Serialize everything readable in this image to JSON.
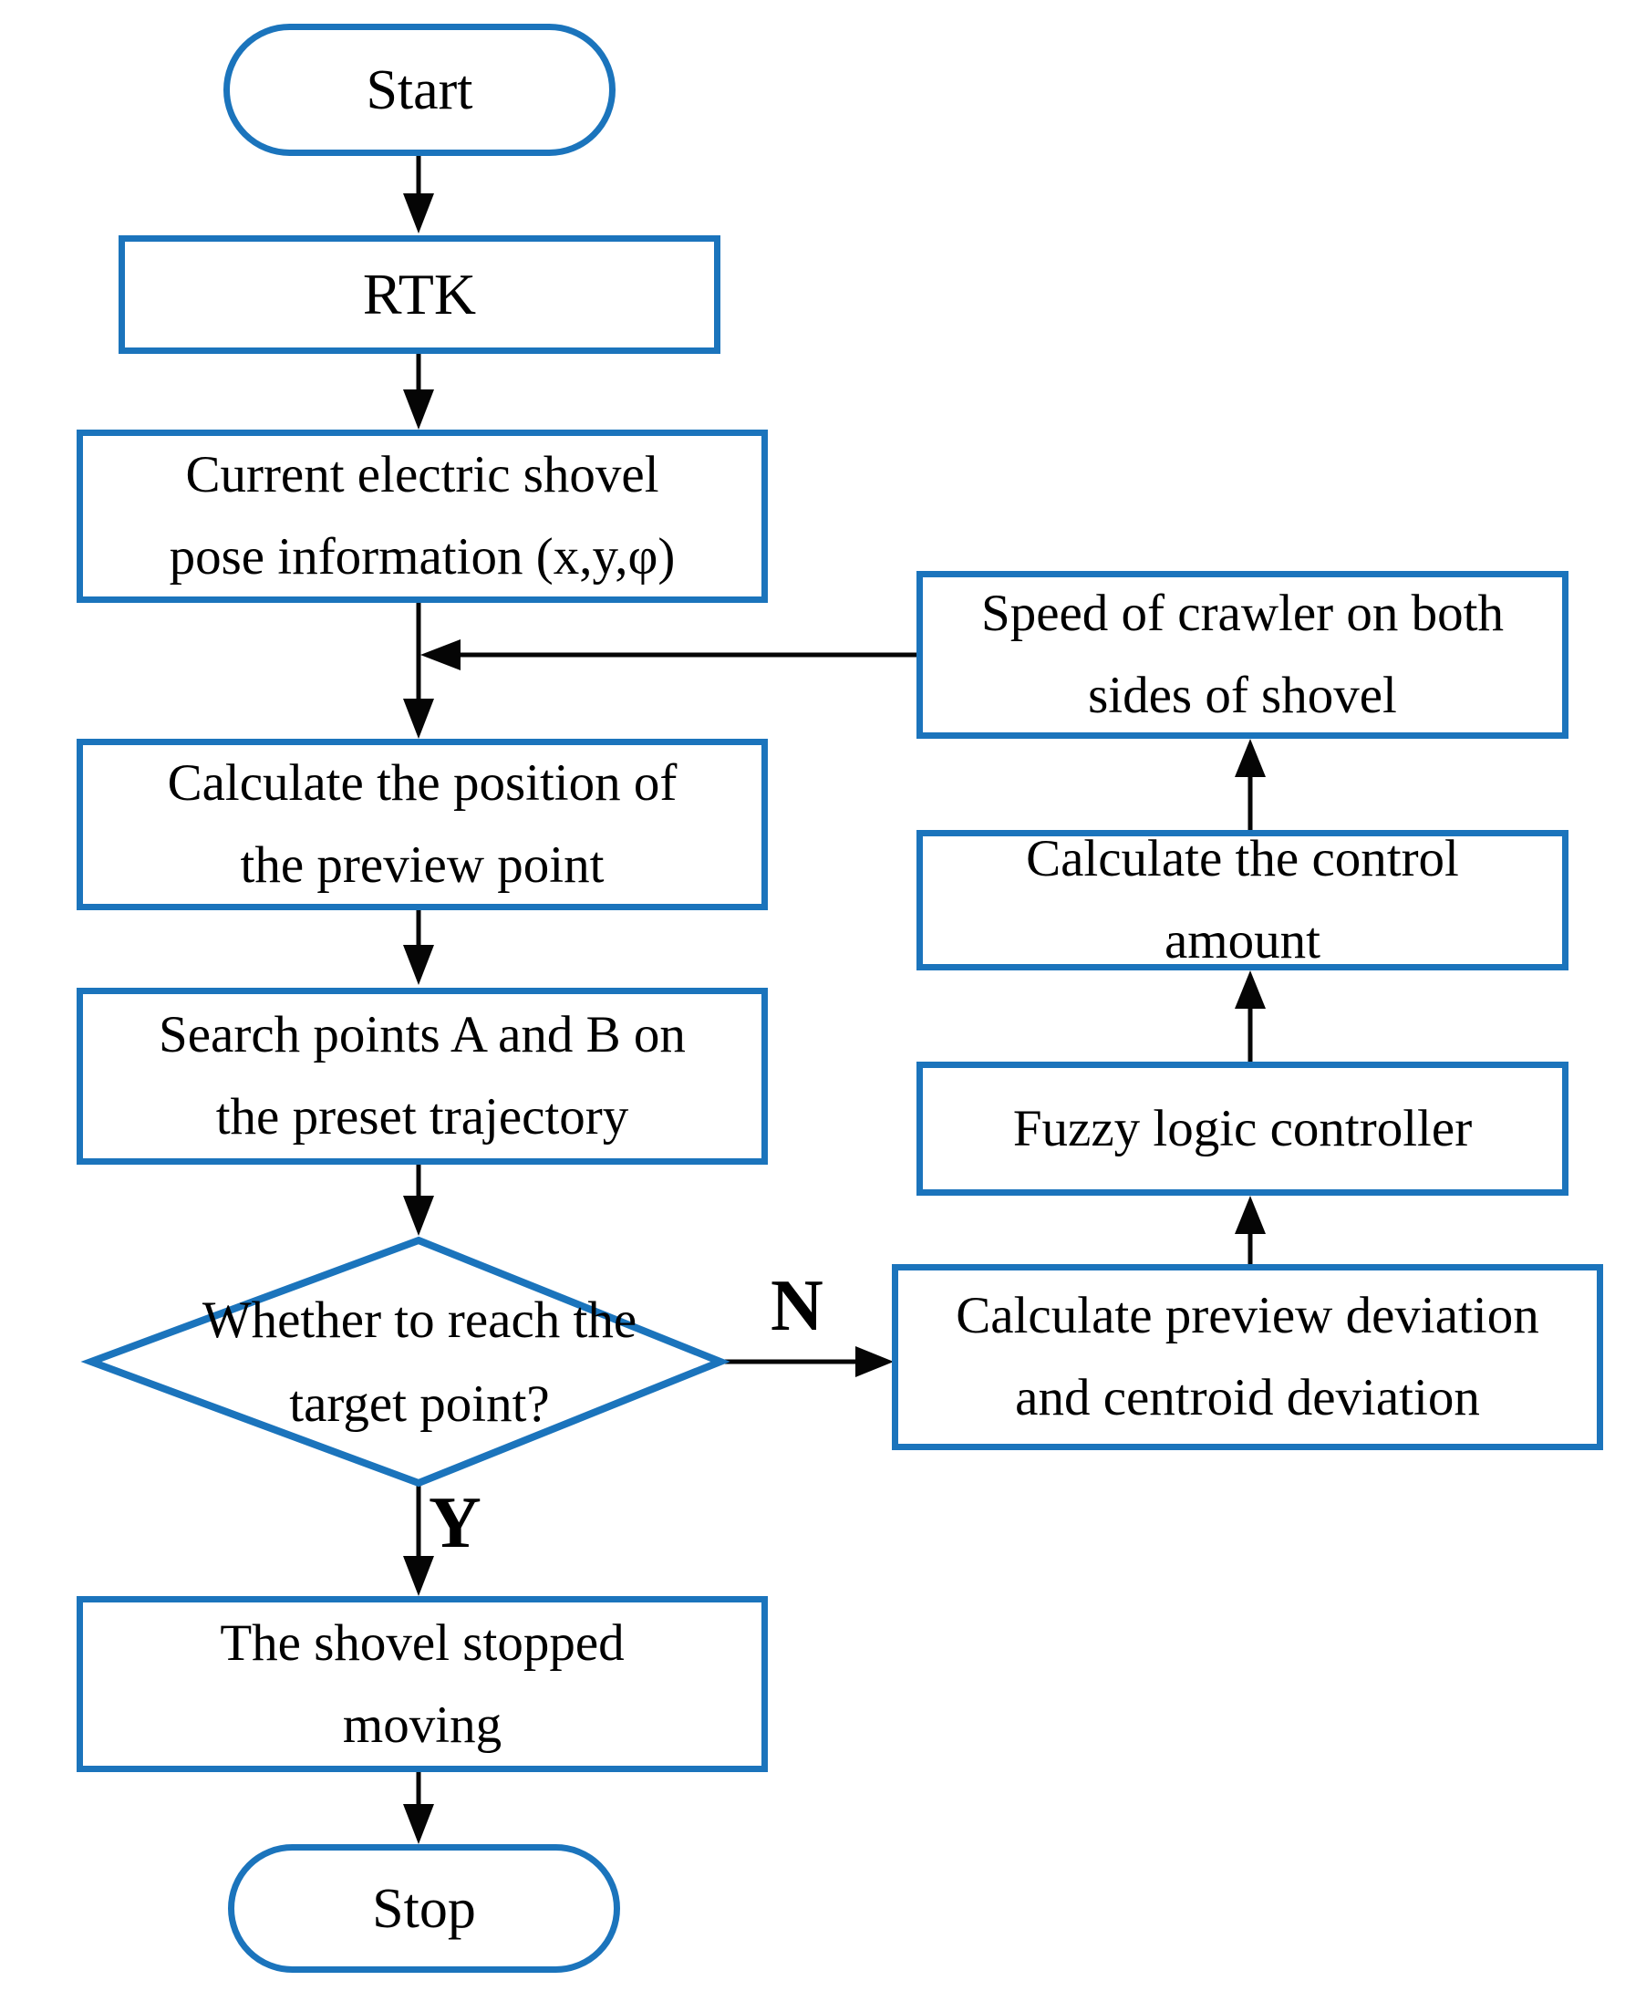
{
  "flowchart": {
    "nodes": {
      "start": {
        "type": "terminator",
        "label": "Start"
      },
      "rtk": {
        "type": "process",
        "label": "RTK"
      },
      "pose": {
        "type": "process",
        "label": [
          "Current electric shovel",
          "pose information (x,y,φ)"
        ]
      },
      "calc_position": {
        "type": "process",
        "label": [
          "Calculate the position of",
          "the preview point"
        ]
      },
      "search_points": {
        "type": "process",
        "label": [
          "Search points A and B on",
          "the preset trajectory"
        ]
      },
      "decision": {
        "type": "decision",
        "label": [
          "Whether to reach the",
          "target point?"
        ]
      },
      "stopped": {
        "type": "process",
        "label": [
          "The shovel stopped",
          "moving"
        ]
      },
      "stop": {
        "type": "terminator",
        "label": "Stop"
      },
      "speed": {
        "type": "process",
        "label": [
          "Speed of crawler on both",
          "sides of shovel"
        ]
      },
      "control_amount": {
        "type": "process",
        "label": [
          "Calculate the control",
          "amount"
        ]
      },
      "fuzzy": {
        "type": "process",
        "label": "Fuzzy logic controller"
      },
      "deviation": {
        "type": "process",
        "label": [
          "Calculate preview deviation",
          "and centroid deviation"
        ]
      }
    },
    "edge_labels": {
      "yes": "Y",
      "no": "N"
    },
    "edges": [
      {
        "from": "start",
        "to": "rtk"
      },
      {
        "from": "rtk",
        "to": "pose"
      },
      {
        "from": "pose",
        "to": "calc_position"
      },
      {
        "from": "calc_position",
        "to": "search_points"
      },
      {
        "from": "search_points",
        "to": "decision"
      },
      {
        "from": "decision",
        "to": "stopped",
        "label": "Y"
      },
      {
        "from": "decision",
        "to": "deviation",
        "label": "N"
      },
      {
        "from": "deviation",
        "to": "fuzzy"
      },
      {
        "from": "fuzzy",
        "to": "control_amount"
      },
      {
        "from": "control_amount",
        "to": "speed"
      },
      {
        "from": "speed",
        "to": "pose_calc_position_junction"
      }
    ],
    "colors": {
      "node_border": "#1b74bc",
      "arrow": "#050505",
      "text": "#000000",
      "background": "#ffffff"
    }
  }
}
